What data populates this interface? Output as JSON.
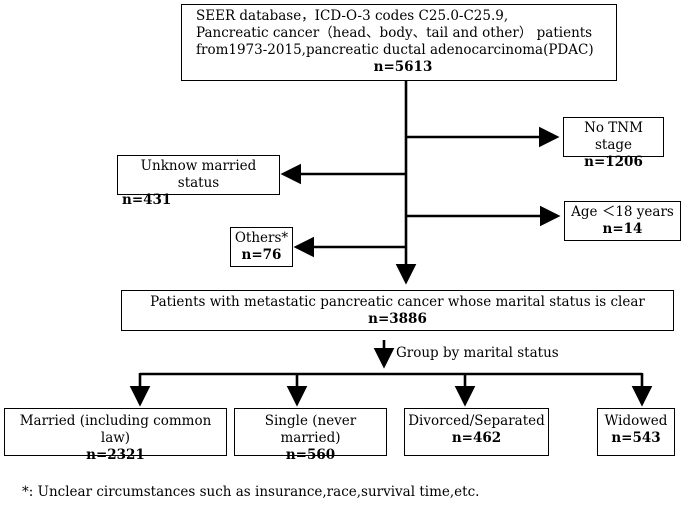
{
  "source_box": {
    "lines": [
      "SEER database，ICD-O-3 codes C25.0-C25.9,",
      "Pancreatic cancer（head、body、tail and other） patients",
      "from1973-2015,pancreatic ductal adenocarcinoma(PDAC)"
    ],
    "n": "n=5613"
  },
  "exclusions": {
    "no_tnm": {
      "label": "No TNM stage",
      "n": "n=1206"
    },
    "unknown_marital": {
      "label": "Unknow married status",
      "n": "n=431"
    },
    "age": {
      "label": "Age ＜18 years",
      "n": "n=14"
    },
    "others": {
      "label": "Others*",
      "n": "n=76"
    }
  },
  "cohort_box": {
    "label": "Patients with metastatic pancreatic cancer whose marital status is clear",
    "n": "n=3886"
  },
  "group_label": "Group by marital status",
  "groups": [
    {
      "label": "Married (including common law)",
      "n": "n=2321"
    },
    {
      "label": "Single (never married)",
      "n": "n=560"
    },
    {
      "label": "Divorced/Separated",
      "n": "n=462"
    },
    {
      "label": "Widowed",
      "n": "n=543"
    }
  ],
  "footnote": "*:  Unclear circumstances such as insurance,race,survival time,etc."
}
